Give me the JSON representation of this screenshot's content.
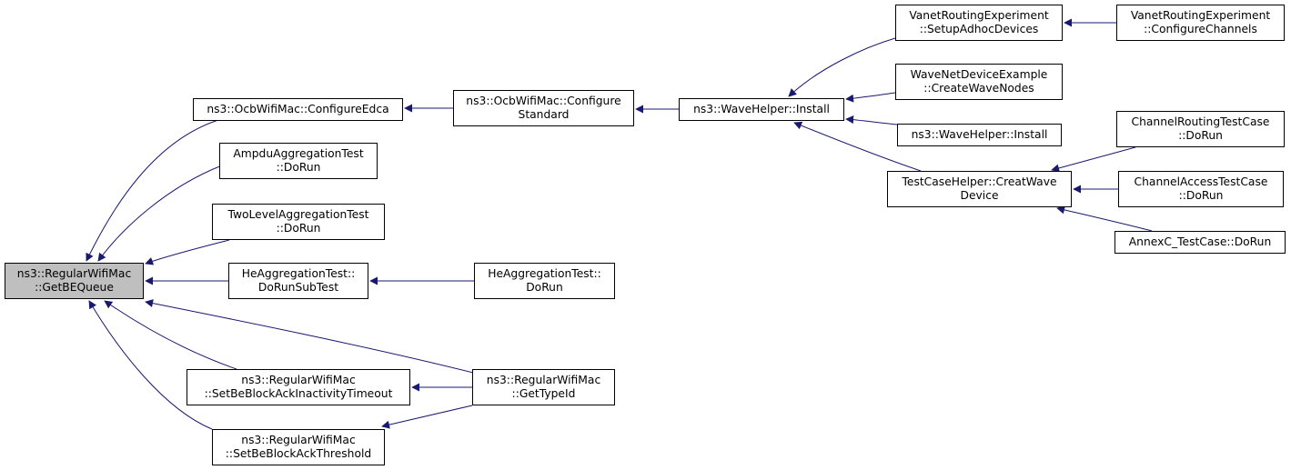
{
  "graph": {
    "edge_color": "#191970",
    "root_fill": "#bfbfbf",
    "nodes": [
      {
        "id": "n0",
        "lines": [
          "ns3::RegularWifiMac",
          "::GetBEQueue"
        ],
        "root": true
      },
      {
        "id": "n1",
        "lines": [
          "ns3::OcbWifiMac::ConfigureEdca"
        ]
      },
      {
        "id": "n2",
        "lines": [
          "AmpduAggregationTest",
          "::DoRun"
        ]
      },
      {
        "id": "n3",
        "lines": [
          "TwoLevelAggregationTest",
          "::DoRun"
        ]
      },
      {
        "id": "n4",
        "lines": [
          "HeAggregationTest::",
          "DoRunSubTest"
        ]
      },
      {
        "id": "n5",
        "lines": [
          "ns3::RegularWifiMac",
          "::SetBeBlockAckInactivityTimeout"
        ]
      },
      {
        "id": "n6",
        "lines": [
          "ns3::RegularWifiMac",
          "::SetBeBlockAckThreshold"
        ]
      },
      {
        "id": "n7",
        "lines": [
          "ns3::RegularWifiMac",
          "::GetTypeId"
        ]
      },
      {
        "id": "n8",
        "lines": [
          "ns3::OcbWifiMac::Configure",
          "Standard"
        ]
      },
      {
        "id": "n9",
        "lines": [
          "HeAggregationTest::",
          "DoRun"
        ]
      },
      {
        "id": "n10",
        "lines": [
          "ns3::WaveHelper::Install"
        ]
      },
      {
        "id": "n11",
        "lines": [
          "VanetRoutingExperiment",
          "::SetupAdhocDevices"
        ]
      },
      {
        "id": "n12",
        "lines": [
          "WaveNetDeviceExample",
          "::CreateWaveNodes"
        ]
      },
      {
        "id": "n13",
        "lines": [
          "ns3::WaveHelper::Install"
        ]
      },
      {
        "id": "n14",
        "lines": [
          "TestCaseHelper::CreatWave",
          "Device"
        ]
      },
      {
        "id": "n15",
        "lines": [
          "VanetRoutingExperiment",
          "::ConfigureChannels"
        ]
      },
      {
        "id": "n16",
        "lines": [
          "ChannelRoutingTestCase",
          "::DoRun"
        ]
      },
      {
        "id": "n17",
        "lines": [
          "ChannelAccessTestCase",
          "::DoRun"
        ]
      },
      {
        "id": "n18",
        "lines": [
          "AnnexC_TestCase::DoRun"
        ]
      }
    ],
    "edges": [
      {
        "from": "n1",
        "to": "n0"
      },
      {
        "from": "n2",
        "to": "n0"
      },
      {
        "from": "n3",
        "to": "n0"
      },
      {
        "from": "n4",
        "to": "n0"
      },
      {
        "from": "n7",
        "to": "n0"
      },
      {
        "from": "n5",
        "to": "n0"
      },
      {
        "from": "n6",
        "to": "n0"
      },
      {
        "from": "n8",
        "to": "n1"
      },
      {
        "from": "n9",
        "to": "n4"
      },
      {
        "from": "n7",
        "to": "n5"
      },
      {
        "from": "n7",
        "to": "n6"
      },
      {
        "from": "n10",
        "to": "n8"
      },
      {
        "from": "n11",
        "to": "n10"
      },
      {
        "from": "n12",
        "to": "n10"
      },
      {
        "from": "n13",
        "to": "n10"
      },
      {
        "from": "n14",
        "to": "n10"
      },
      {
        "from": "n15",
        "to": "n11"
      },
      {
        "from": "n16",
        "to": "n14"
      },
      {
        "from": "n17",
        "to": "n14"
      },
      {
        "from": "n18",
        "to": "n14"
      }
    ]
  }
}
